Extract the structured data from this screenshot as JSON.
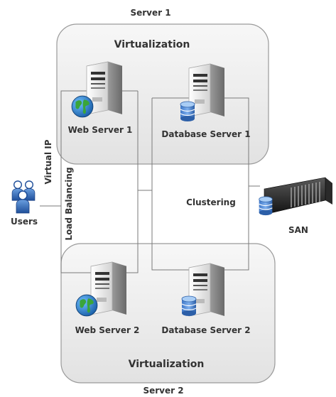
{
  "server1": {
    "title": "Server 1",
    "virtualization": "Virtualization"
  },
  "server2": {
    "title": "Server 2",
    "virtualization": "Virtualization"
  },
  "nodes": {
    "web_server_1": "Web Server 1",
    "database_server_1": "Database Server 1",
    "web_server_2": "Web Server 2",
    "database_server_2": "Database Server 2",
    "users": "Users",
    "san": "SAN"
  },
  "connections": {
    "virtual_ip": "Virtual IP",
    "load_balancing": "Load Balancing",
    "clustering": "Clustering"
  },
  "icons": {
    "server": "server-tower-icon",
    "globe": "globe-icon",
    "database": "database-icon",
    "users": "users-icon",
    "san": "san-storage-icon"
  }
}
